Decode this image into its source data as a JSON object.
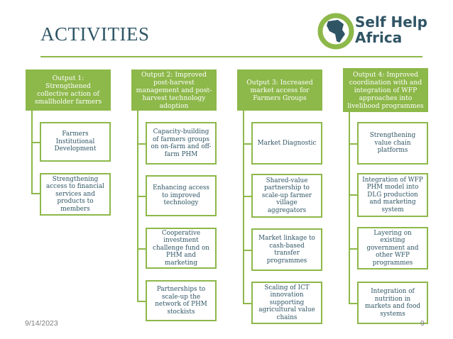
{
  "slide": {
    "title": "ACTIVITIES",
    "date": "9/14/2023",
    "page_number": "9"
  },
  "logo": {
    "line1": "Self Help",
    "line2": "Africa",
    "icon": "africa-globe-icon"
  },
  "colors": {
    "accent": "#8db84a",
    "text": "#2f5565",
    "header_text": "#ffffff"
  },
  "columns": [
    {
      "header": "Output 1: Strengthened collective action of smallholder farmers",
      "items": [
        "Farmers Institutional Development",
        "Strengthening access to financial services and products to members"
      ]
    },
    {
      "header": "Output 2: Improved post-harvest management and post-harvest technology adoption",
      "items": [
        "Capacity-building of farmers groups on on-farm and off-farm PHM",
        "Enhancing access to improved technology",
        "Cooperative investment challenge fund on PHM and marketing",
        "Partnerships to scale-up the network of PHM stockists"
      ]
    },
    {
      "header": "Output 3: Increased market access for Farmers Groups",
      "items": [
        "Market Diagnostic",
        "Shared-value partnership to scale-up farmer village aggregators",
        "Market linkage to cash-based transfer programmes",
        "Scaling of ICT innovation supporting agricultural value chains"
      ]
    },
    {
      "header": "Output 4: Improved coordination with and integration of WFP approaches into livelihood programmes",
      "items": [
        "Strengthening value chain platforms",
        "Integration of WFP PHM model into DLG production and marketing system",
        "Layering on existing government and other WFP programmes",
        "Integration of nutrition in markets and food systems"
      ]
    }
  ]
}
